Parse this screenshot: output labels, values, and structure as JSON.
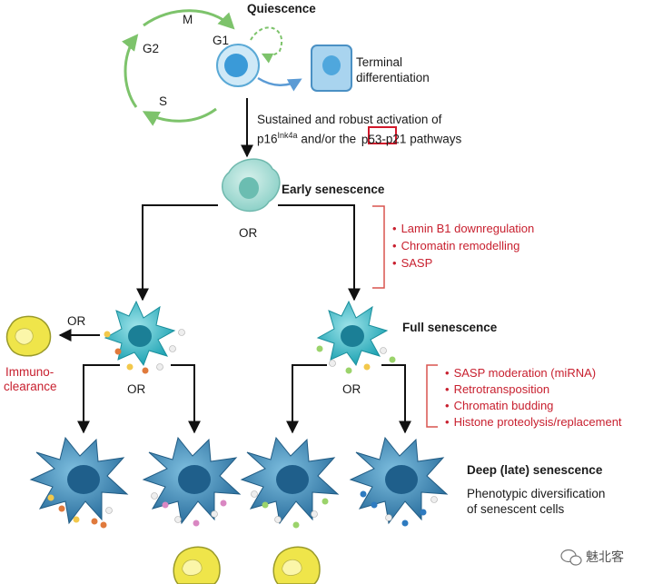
{
  "cycle": {
    "m": "M",
    "g2": "G2",
    "g1": "G1",
    "s": "S"
  },
  "stages": {
    "quiescence": "Quiescence",
    "terminal_line1": "Terminal",
    "terminal_line2": "differentiation",
    "early": "Early senescence",
    "full": "Full senescence",
    "deep": "Deep (late) senescence",
    "diversification_line1": "Phenotypic diversification",
    "diversification_line2": "of senescent cells"
  },
  "activation": {
    "line1": "Sustained and robust activation of",
    "p16_prefix": "p16",
    "p16_sup": "Ink4a",
    "and_or": "and/or the",
    "p53": "p53",
    "p21_suffix": "-p21 pathways"
  },
  "or_labels": {
    "early": "OR",
    "immuno": "OR",
    "left": "OR",
    "right": "OR"
  },
  "immuno": {
    "line1": "Immuno-",
    "line2": "clearance"
  },
  "early_features": [
    "Lamin B1 downregulation",
    "Chromatin remodelling",
    "SASP"
  ],
  "full_features": [
    "SASP moderation (miRNA)",
    "Retrotransposition",
    "Chromatin budding",
    "Histone proteolysis/replacement"
  ],
  "watermark": "魅北客",
  "colors": {
    "cycle_arrow": "#7dc36b",
    "feature_text": "#c8202f",
    "bracket": "#d9534f",
    "cell_teal": "#35b7c4",
    "cell_deep": "#3d86b4",
    "immune_yellow": "#efe54a",
    "highlight_box": "#d1182a",
    "diff_arrow": "#5b9bd5"
  }
}
